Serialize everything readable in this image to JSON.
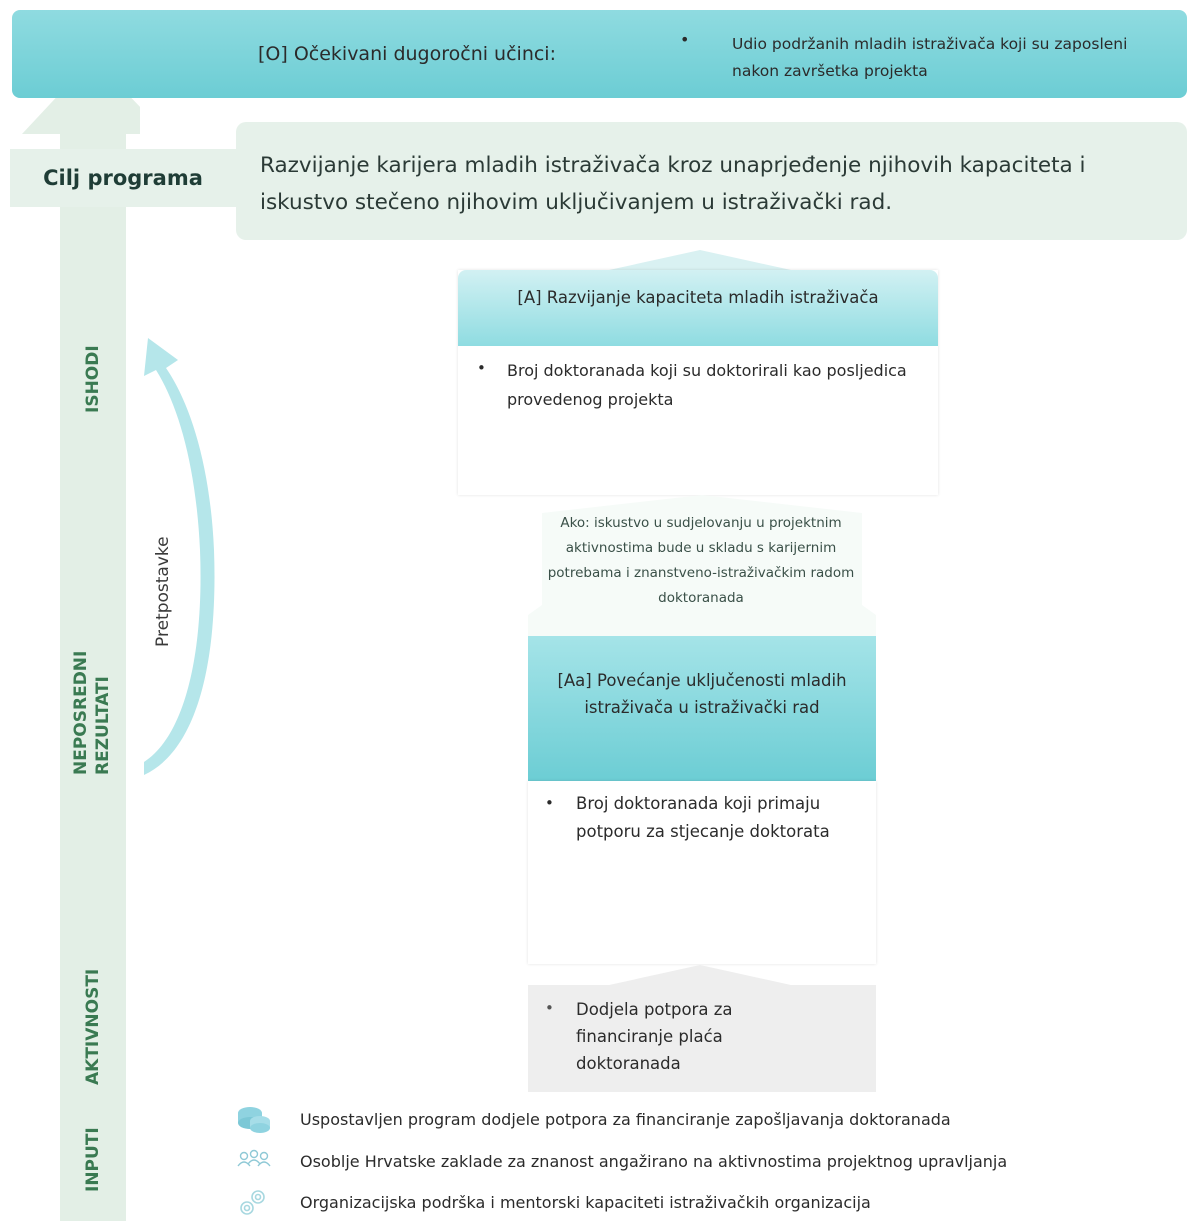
{
  "long_term": {
    "title": "[O] Očekivani dugoročni učinci:",
    "bullet": "•",
    "text": "Udio podržanih mladih istraživača koji su zaposleni nakon završetka projekta"
  },
  "goal": {
    "label": "Cilj programa",
    "text": "Razvijanje karijera mladih istraživača kroz unaprjeđenje njihovih kapaciteta i iskustvo stečeno njihovim uključivanjem u istraživački rad."
  },
  "stages": {
    "outcomes": "ISHODI",
    "outputs": "NEPOSREDNI REZULTATI",
    "activities": "AKTIVNOSTI",
    "inputs": "INPUTI"
  },
  "assumptions_label": "Pretpostavke",
  "outcome_a": {
    "title": "[A] Razvijanje kapaciteta mladih istraživača",
    "bullet": "•",
    "indicator": "Broj doktoranada koji su doktorirali kao posljedica provedenog projekta"
  },
  "assumption_text": "Ako: iskustvo u sudjelovanju u projektnim aktivnostima bude u skladu s karijernim potrebama i znanstveno-istraživačkim radom doktoranada",
  "output_aa": {
    "title": "[Aa] Povećanje uključenosti mladih istraživača u istraživački rad",
    "bullet": "•",
    "indicator": "Broj doktoranada koji primaju potporu za stjecanje doktorata"
  },
  "activity": {
    "bullet": "•",
    "text": "Dodjela potpora za financiranje plaća doktoranada"
  },
  "inputs": [
    {
      "icon": "coins-icon",
      "text": "Uspostavljen program dodjele potpora za financiranje zapošljavanja doktoranada"
    },
    {
      "icon": "people-icon",
      "text": "Osoblje Hrvatske zaklade za znanost angažirano na aktivnostima projektnog upravljanja"
    },
    {
      "icon": "gears-icon",
      "text": "Organizacijska podrška i mentorski kapaciteti istraživačkih organizacija"
    }
  ],
  "colors": {
    "teal": "#6ccdd4",
    "light_teal": "#d2f1f3",
    "mint": "#e6f1ea",
    "stage_green": "#3a7a52"
  }
}
